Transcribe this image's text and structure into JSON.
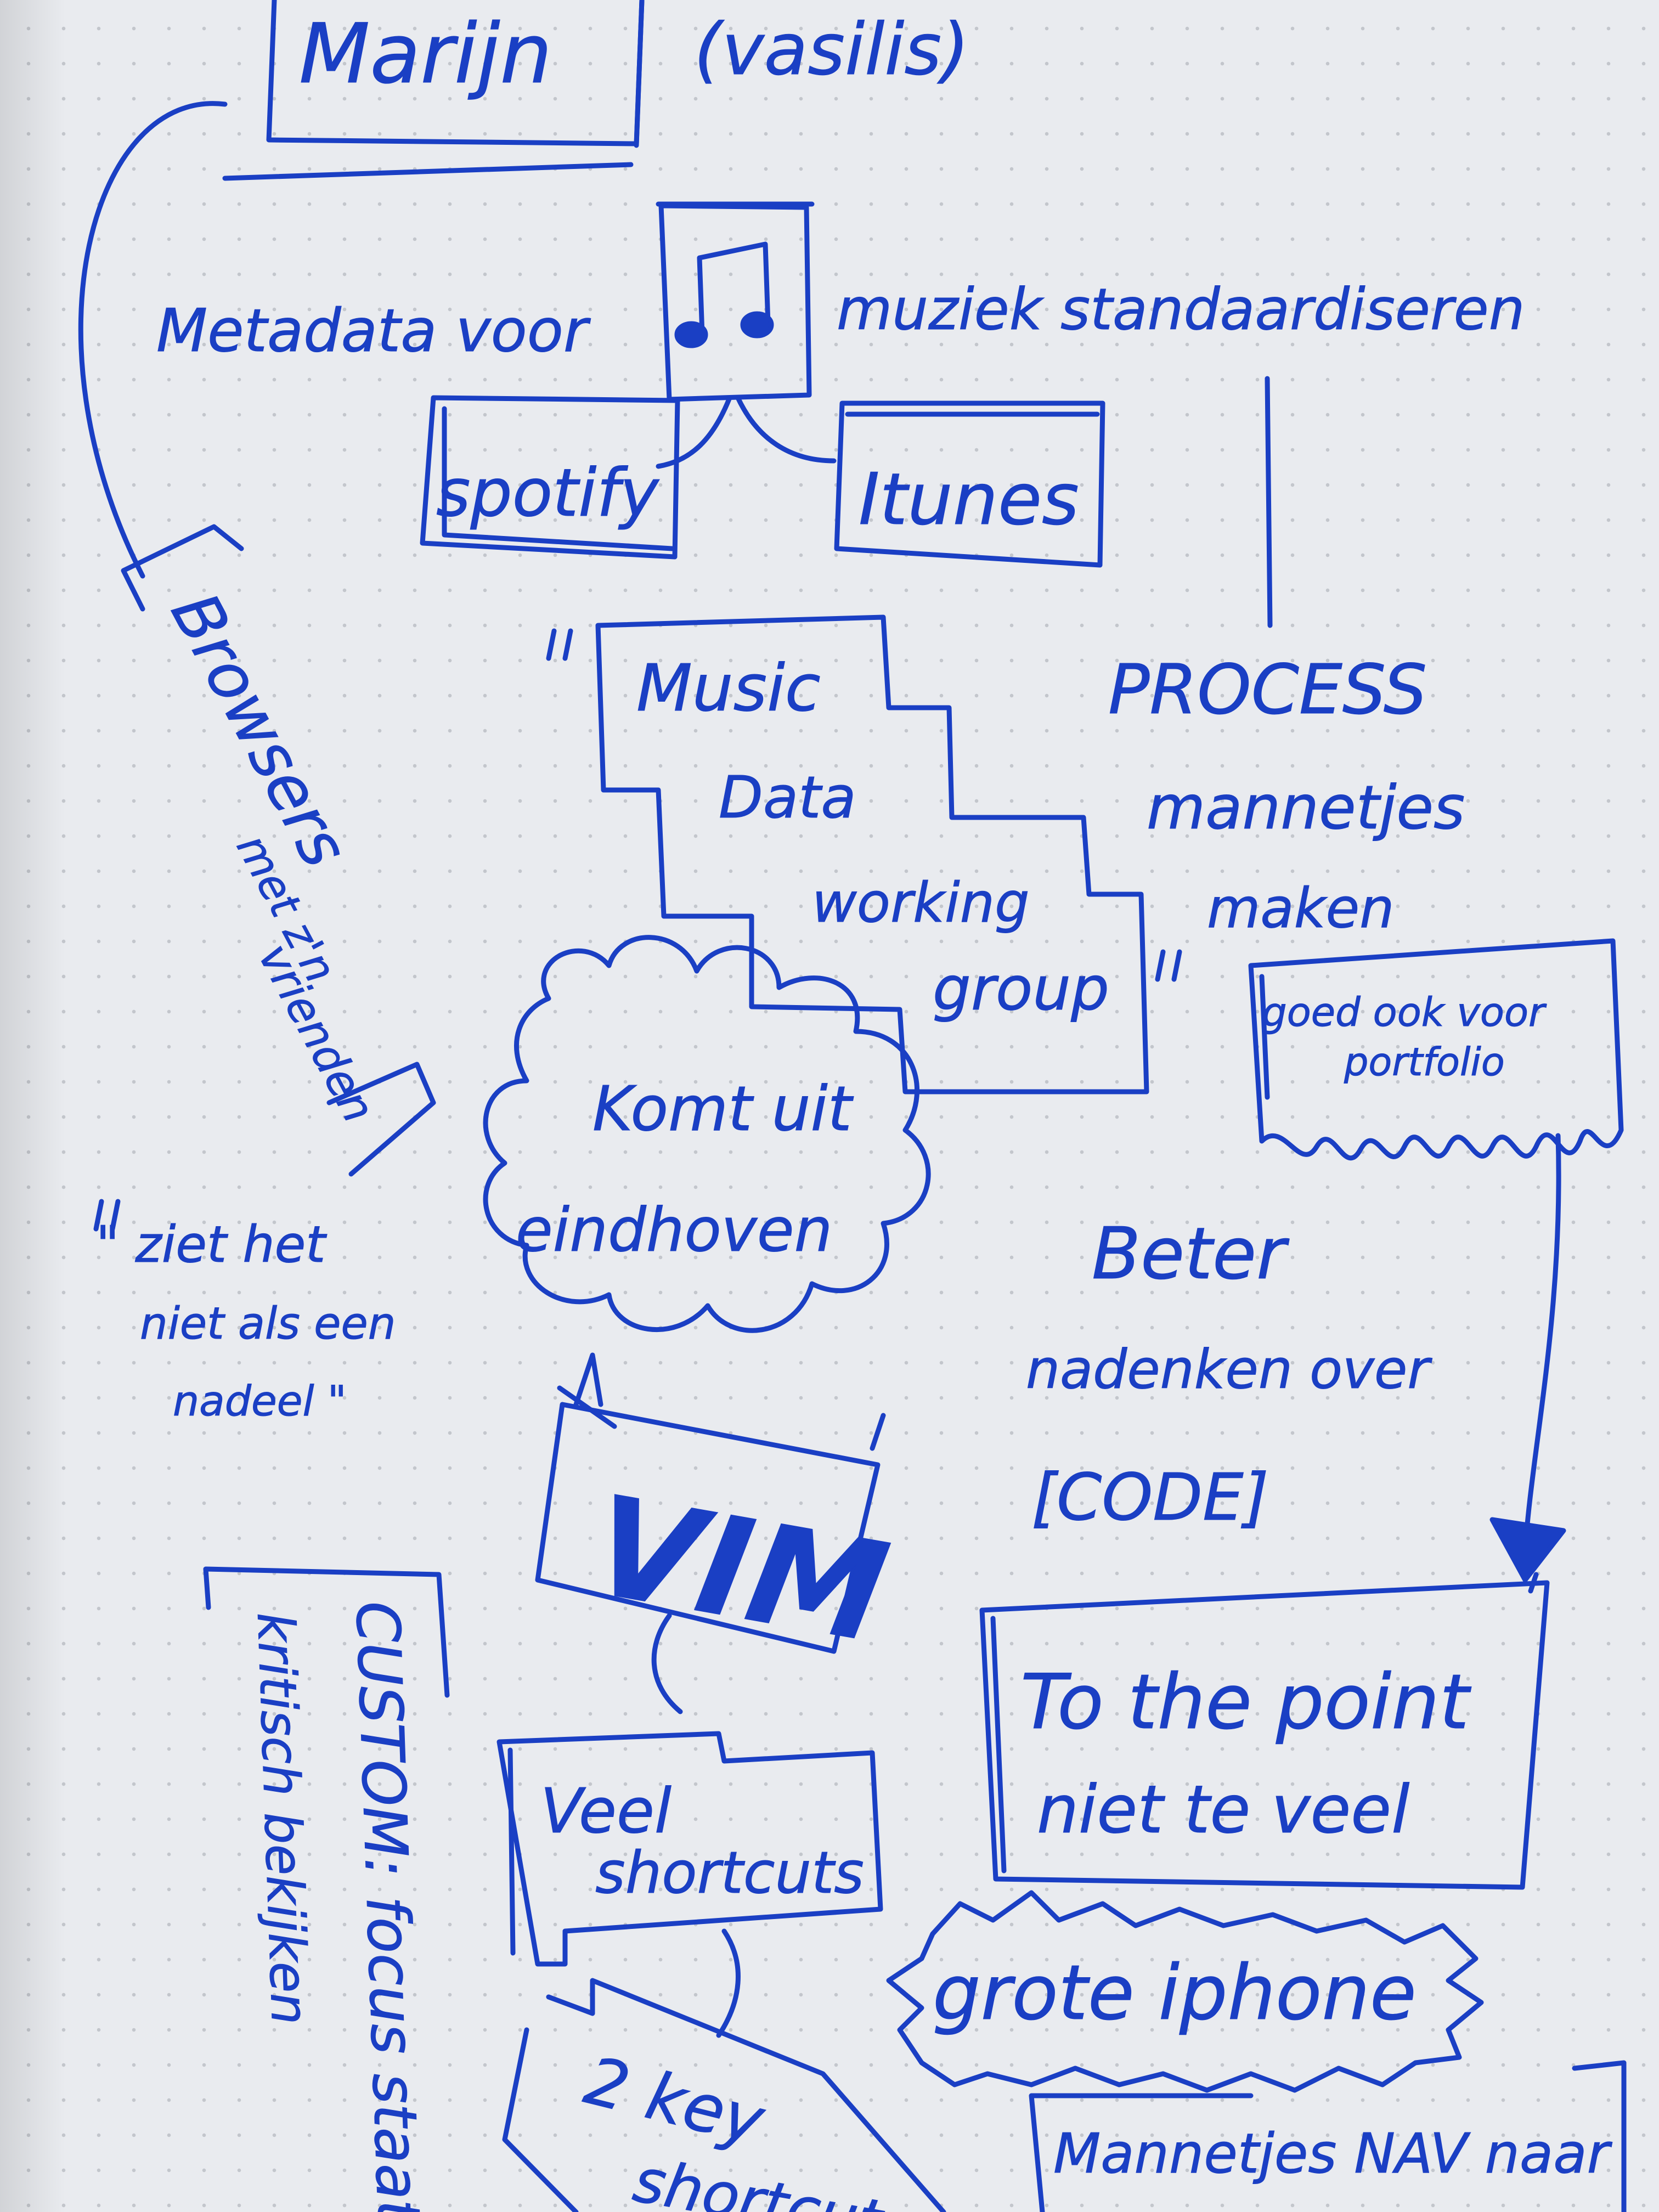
{
  "ink_color": "#1a3fc4",
  "paper_color": "#e9ebef",
  "notes": {
    "name": "Marijn",
    "handle": "(vasilis)",
    "metadata_left": "Metadata voor",
    "metadata_right": "muziek standaardiseren",
    "music_icon": "music-note-icon",
    "spotify": "spotify",
    "itunes": "Itunes",
    "music_data_line1": "Music",
    "music_data_line2": "Data",
    "music_data_line3": "working",
    "music_data_line4": "group",
    "quote_open": "\"",
    "quote_close": "\"",
    "process_line1": "PROCESS",
    "process_line2": "mannetjes",
    "process_line3": "maken",
    "portfolio_line1": "goed ook voor",
    "portfolio_line2": "portfolio",
    "browsers_line1": "Browsers",
    "browsers_line2": "met z'n",
    "browsers_line3": "vrienden",
    "cloud_line1": "Komt uit",
    "cloud_line2": "eindhoven",
    "nadeel_line1": "\" ziet het",
    "nadeel_line2": "niet als een",
    "nadeel_line3": "nadeel \"",
    "beter_line1": "Beter",
    "beter_line2": "nadenken over",
    "beter_line3": "[CODE]",
    "vim": "VIM",
    "shortcuts_line1": "Veel",
    "shortcuts_line2": "shortcuts",
    "keys_line1": "2 key",
    "keys_line2": "shortcuts",
    "point_line1": "To the point",
    "point_line2": "niet te veel",
    "iphone": "grote iphone",
    "custom_line1": "CUSTOM: focus staat",
    "custom_line2": "kritisch bekijken",
    "nav_text": "Mannetjes NAV naar"
  }
}
